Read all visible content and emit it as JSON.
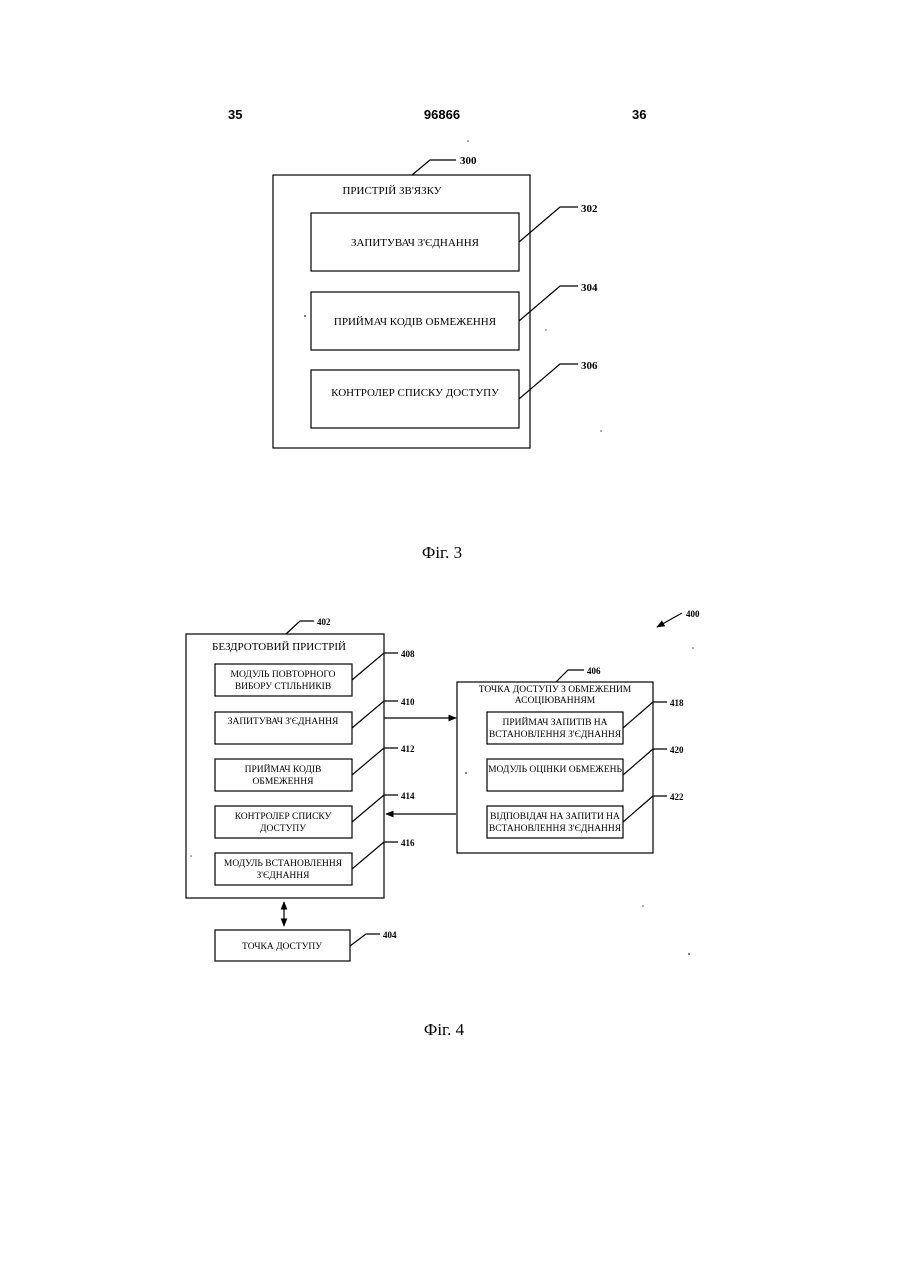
{
  "header": {
    "left_page": "35",
    "patent_number": "96866",
    "right_page": "36"
  },
  "figure3": {
    "ref_main": "300",
    "title": "ПРИСТРІЙ ЗВ'ЯЗКУ",
    "blocks": [
      {
        "label": "ЗАПИТУВАЧ З'ЄДНАННЯ",
        "ref": "302"
      },
      {
        "label": "ПРИЙМАЧ КОДІВ ОБМЕЖЕННЯ",
        "ref": "304"
      },
      {
        "label": "КОНТРОЛЕР СПИСКУ ДОСТУПУ",
        "ref": "306"
      }
    ],
    "caption": "Фіг. 3"
  },
  "figure4": {
    "ref_overall": "400",
    "wireless_device": {
      "ref": "402",
      "title": "БЕЗДРОТОВИЙ ПРИСТРІЙ",
      "modules": [
        {
          "line1": "МОДУЛЬ ПОВТОРНОГО",
          "line2": "ВИБОРУ СТІЛЬНИКІВ",
          "ref": "408"
        },
        {
          "line1": "ЗАПИТУВАЧ З'ЄДНАННЯ",
          "line2": "",
          "ref": "410"
        },
        {
          "line1": "ПРИЙМАЧ КОДІВ",
          "line2": "ОБМЕЖЕННЯ",
          "ref": "412"
        },
        {
          "line1": "КОНТРОЛЕР СПИСКУ",
          "line2": "ДОСТУПУ",
          "ref": "414"
        },
        {
          "line1": "МОДУЛЬ ВСТАНОВЛЕННЯ",
          "line2": "З'ЄДНАННЯ",
          "ref": "416"
        }
      ]
    },
    "restricted_ap": {
      "ref": "406",
      "title_line1": "ТОЧКА ДОСТУПУ З ОБМЕЖЕНИМ",
      "title_line2": "АСОЦІЮВАННЯМ",
      "modules": [
        {
          "line1": "ПРИЙМАЧ ЗАПИТІВ НА",
          "line2": "ВСТАНОВЛЕННЯ З'ЄДНАННЯ",
          "ref": "418"
        },
        {
          "line1": "МОДУЛЬ ОЦІНКИ ОБМЕЖЕНЬ",
          "line2": "",
          "ref": "420"
        },
        {
          "line1": "ВІДПОВІДАЧ НА ЗАПИТИ НА",
          "line2": "ВСТАНОВЛЕННЯ З'ЄДНАННЯ",
          "ref": "422"
        }
      ]
    },
    "access_point": {
      "label": "ТОЧКА ДОСТУПУ",
      "ref": "404"
    },
    "caption": "Фіг. 4"
  }
}
